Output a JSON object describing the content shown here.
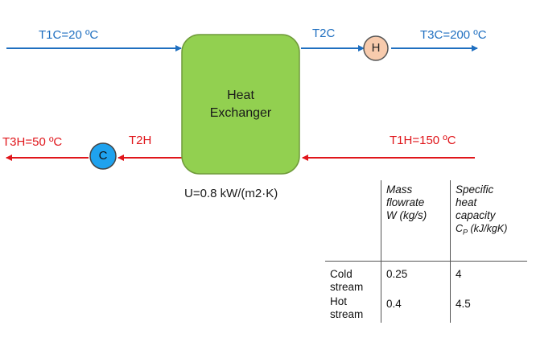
{
  "colors": {
    "cold_stream": "#1f6fc0",
    "hot_stream": "#e0161b",
    "exchanger_fill": "#92d050",
    "heater_fill": "#f8cbad",
    "cooler_fill": "#1fa2ee"
  },
  "labels": {
    "t1c": "T1C=20 ºC",
    "t2c": "T2C",
    "t3c": "T3C=200 ºC",
    "t1h": "T1H=150 ºC",
    "t2h": "T2H",
    "t3h": "T3H=50 ºC",
    "exchanger_line1": "Heat",
    "exchanger_line2": "Exchanger",
    "heater": "H",
    "cooler": "C",
    "u_value": "U=0.8 kW/(m2·K)"
  },
  "table": {
    "header_mass_1": "Mass",
    "header_mass_2": "flowrate",
    "header_mass_3": "W (kg/s)",
    "header_cp_1": "Specific",
    "header_cp_2": "heat",
    "header_cp_3": "capacity",
    "header_cp_4a": "C",
    "header_cp_4sub": "P",
    "header_cp_4b": " (kJ/kgK)",
    "rows": [
      {
        "name1": "Cold",
        "name2": "stream",
        "mass": "0.25",
        "cp": "4"
      },
      {
        "name1": "Hot",
        "name2": "stream",
        "mass": "0.4",
        "cp": "4.5"
      }
    ]
  }
}
